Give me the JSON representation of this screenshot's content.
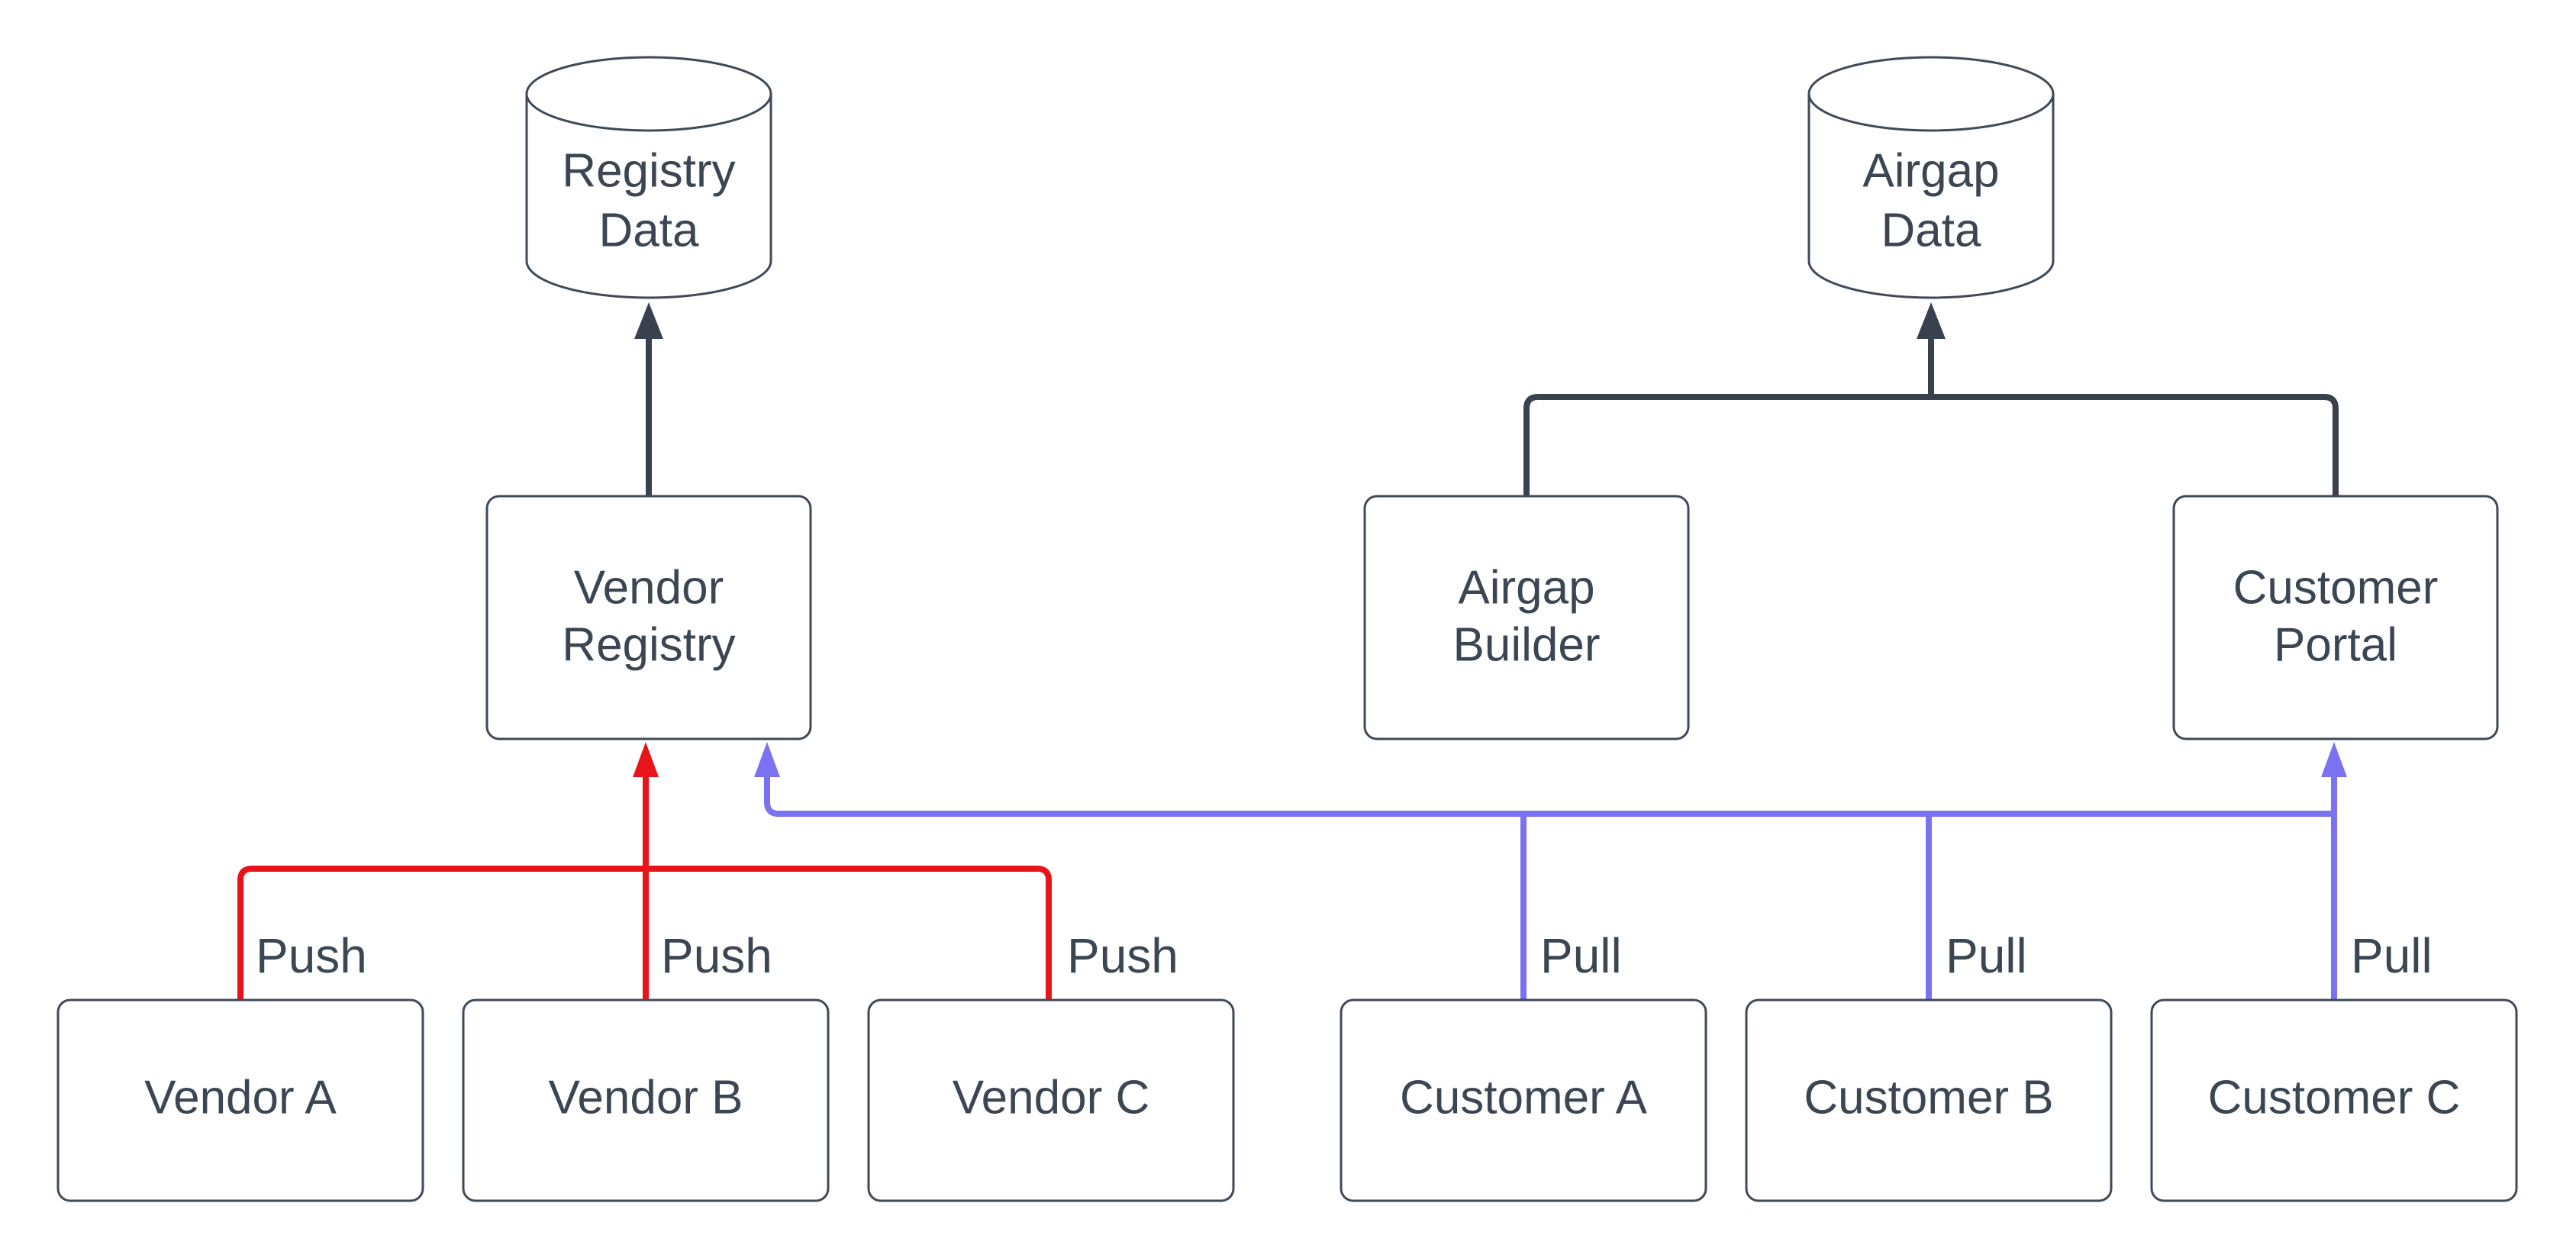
{
  "colors": {
    "text": "#3c4653",
    "node_border": "#3f4a57",
    "connector_dark": "#38414d",
    "push_red": "#e8141b",
    "pull_blue": "#7b72f2",
    "background": "#ffffff"
  },
  "datastores": {
    "registry_data": {
      "line1": "Registry",
      "line2": "Data"
    },
    "airgap_data": {
      "line1": "Airgap",
      "line2": "Data"
    }
  },
  "services": {
    "vendor_registry": {
      "line1": "Vendor",
      "line2": "Registry"
    },
    "airgap_builder": {
      "line1": "Airgap",
      "line2": "Builder"
    },
    "customer_portal": {
      "line1": "Customer",
      "line2": "Portal"
    }
  },
  "actors": {
    "vendor_a": {
      "label": "Vendor A"
    },
    "vendor_b": {
      "label": "Vendor B"
    },
    "vendor_c": {
      "label": "Vendor C"
    },
    "customer_a": {
      "label": "Customer A"
    },
    "customer_b": {
      "label": "Customer B"
    },
    "customer_c": {
      "label": "Customer C"
    }
  },
  "edge_labels": {
    "push_a": "Push",
    "push_b": "Push",
    "push_c": "Push",
    "pull_a": "Pull",
    "pull_b": "Pull",
    "pull_c": "Pull"
  }
}
